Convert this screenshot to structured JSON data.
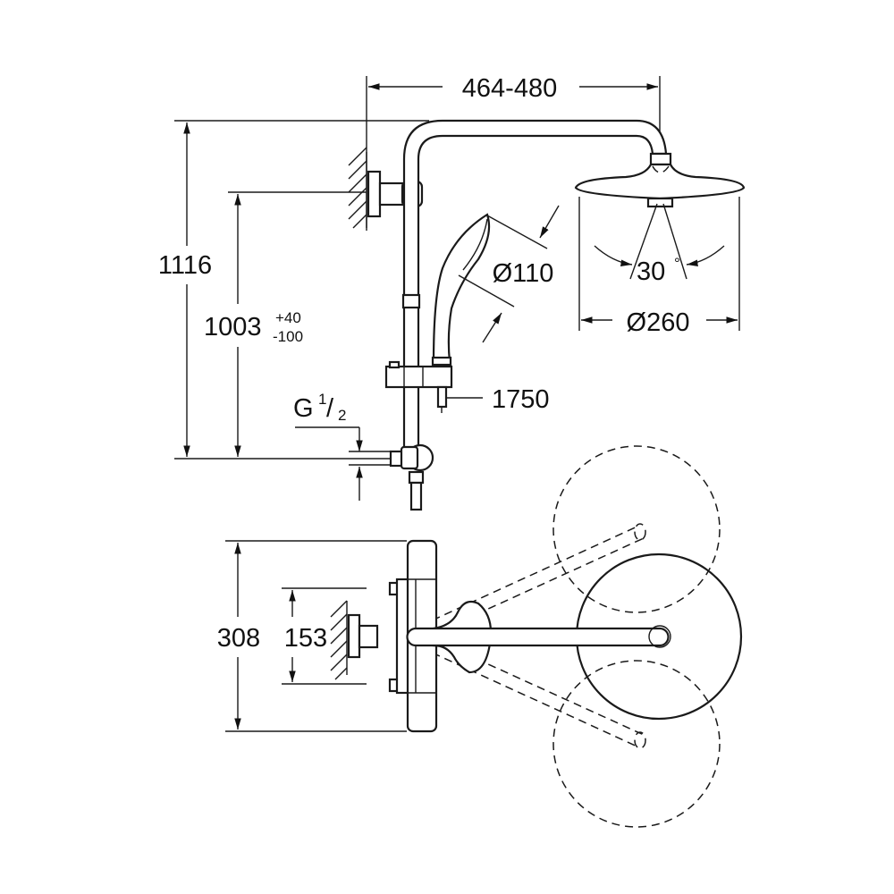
{
  "dimensions": {
    "arm_length": "464-480",
    "total_height": "1116",
    "rail_height": "1003",
    "rail_tolerance_plus": "+40",
    "rail_tolerance_minus": "-100",
    "hand_shower_diameter": "Ø110",
    "head_shower_diameter": "Ø260",
    "spray_angle": "30",
    "degree_symbol": "°",
    "hose_length": "1750",
    "thread_letter": "G",
    "thread_numerator": "1",
    "thread_slash": "/",
    "thread_denominator": "2",
    "plan_depth": "308",
    "inlet_spacing": "153"
  }
}
